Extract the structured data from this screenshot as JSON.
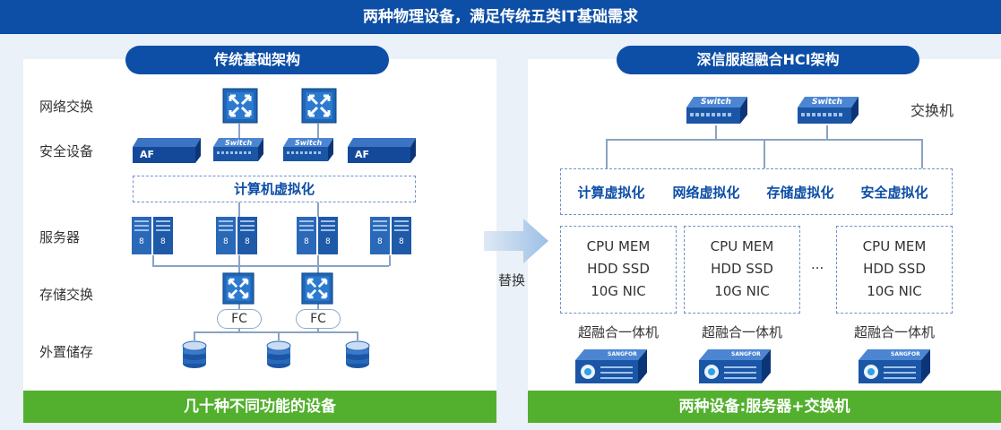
{
  "header": {
    "title": "两种物理设备，满足传统五类IT基础需求"
  },
  "left": {
    "title": "传统基础架构",
    "rows": [
      "网络交换",
      "安全设备",
      "服务器",
      "存储交换",
      "外置储存"
    ],
    "virtualization": "计算机虚拟化",
    "fc_labels": [
      "FC",
      "FC"
    ],
    "af_labels": [
      "AF",
      "AF"
    ],
    "switch_labels": [
      "Switch",
      "Switch"
    ],
    "footer": "几十种不同功能的设备"
  },
  "middle": {
    "label": "替换"
  },
  "right": {
    "title": "深信服超融合HCI架构",
    "switch_caption": "交换机",
    "switch_labels": [
      "Switch",
      "Switch"
    ],
    "virtualization": [
      "计算虚拟化",
      "网络虚拟化",
      "存储虚拟化",
      "安全虚拟化"
    ],
    "node_lines": [
      "CPU MEM",
      "HDD SSD",
      "10G NIC"
    ],
    "ellipsis": "...",
    "node_caption": "超融合一体机",
    "appliance_label": "SANGFOR",
    "footer": "两种设备:服务器+交换机"
  },
  "colors": {
    "brand_blue": "#0d4ea6",
    "green": "#52b02e",
    "panel_bg": "#eaf1f8"
  }
}
